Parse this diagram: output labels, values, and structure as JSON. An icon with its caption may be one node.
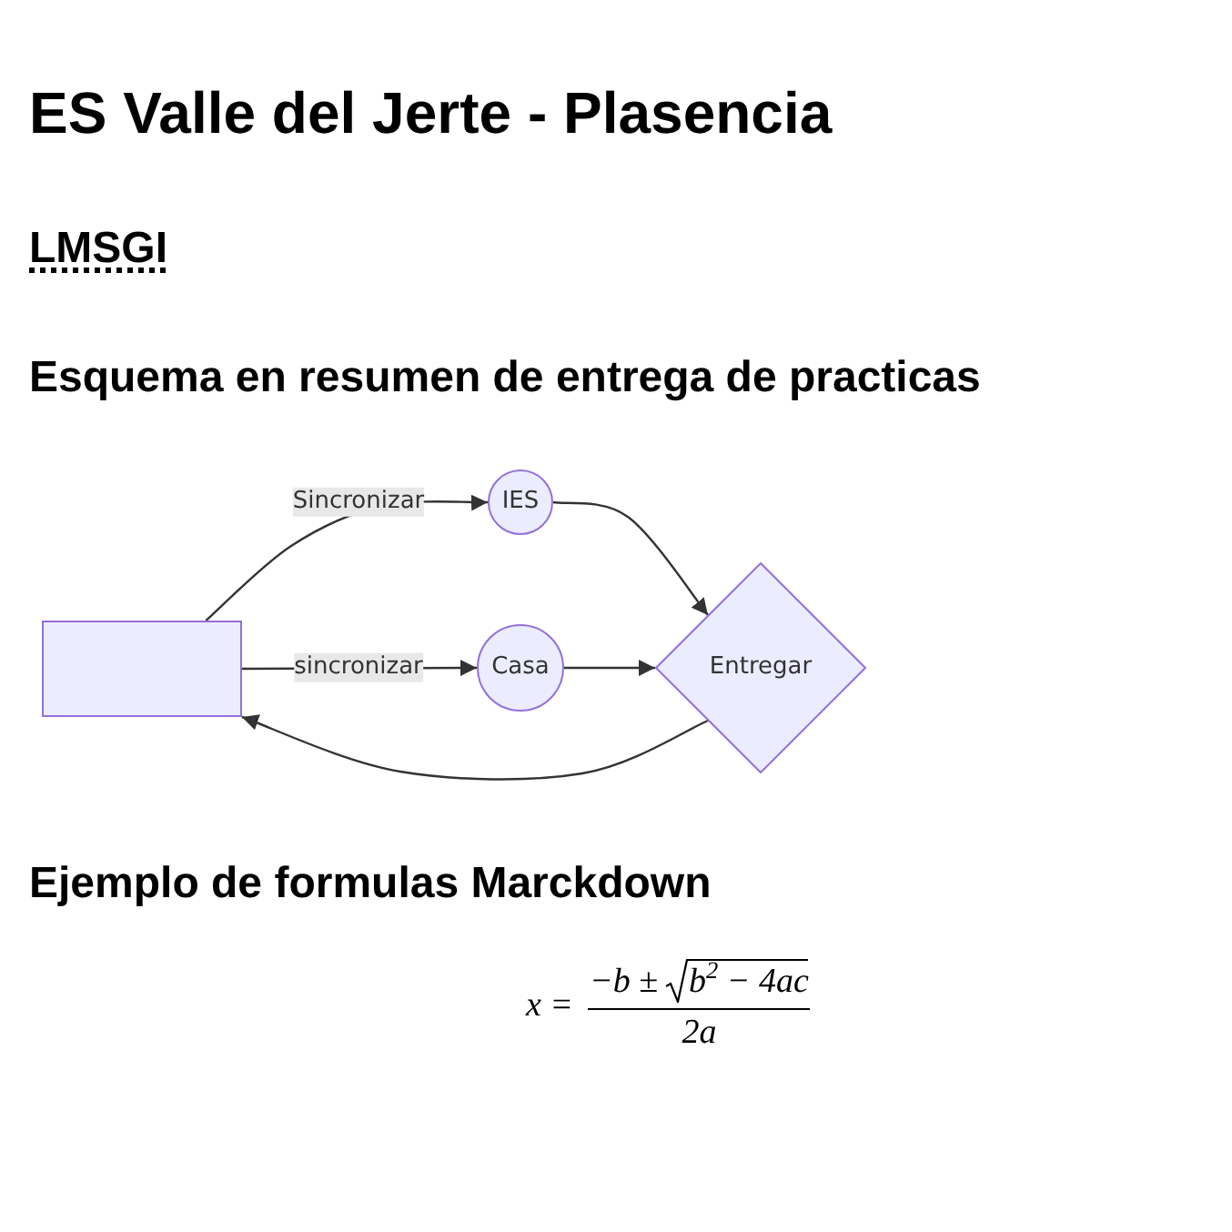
{
  "diagram": {
    "title": "ES Valle del Jerte - Plasencia",
    "nodes": [
      {
        "text": [],
        "shape": "box"
      },
      {
        "text": [
          "IES"
        ]
      },
      {
        "text": [
          "Casa"
        ]
      },
      {
        "text": [
          "Entregar"
        ]
      }
    ],
    "edges": [
      {
        "from": 0,
        "to": 1,
        "arrow": "to",
        "label": "Sincronizar"
      },
      {
        "from": 0,
        "to": 2,
        "arrow": "to",
        "label": "sincronizar"
      },
      {
        "from": 1,
        "to": 3,
        "arrow": "to"
      },
      {
        "from": 2,
        "to": 3,
        "arrow": "to"
      },
      {
        "from": 3,
        "to": 0,
        "arrow": "to"
      }
    ],
    "labels": [
      "LMSGI",
      "Esquema en resumen de entrega de practicas",
      "Ejemplo de formulas Marckdown",
      "x =",
      "−b ±",
      "b$^{2}$ − 4ac",
      "2a"
    ]
  }
}
